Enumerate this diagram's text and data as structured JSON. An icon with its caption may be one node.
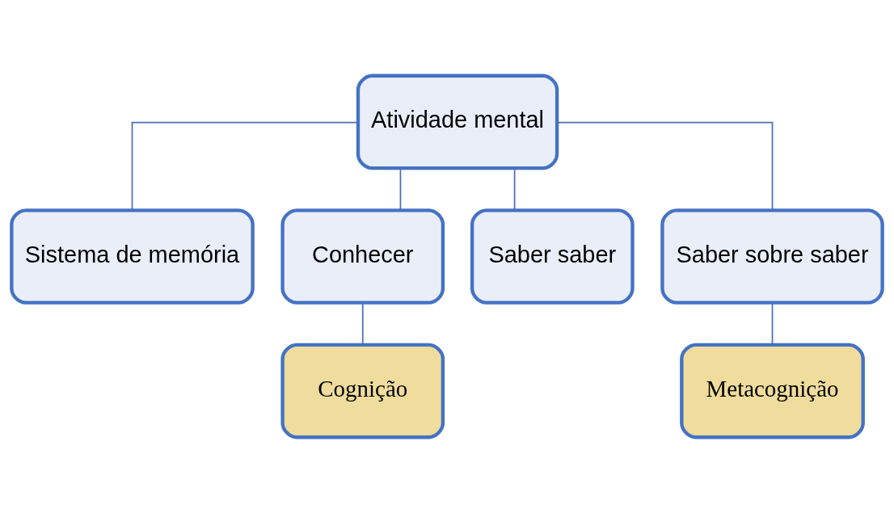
{
  "diagram": {
    "nodes": [
      {
        "text": [
          "Atividade mental"
        ]
      },
      {
        "text": [
          "Sistema de memória"
        ]
      },
      {
        "text": [
          "Conhecer"
        ]
      },
      {
        "text": [
          "Saber saber"
        ]
      },
      {
        "text": [
          "Saber sobre saber"
        ]
      },
      {
        "text": [
          "Cognição"
        ]
      },
      {
        "text": [
          "Metacognição"
        ]
      }
    ],
    "edges": [
      {
        "from": 0,
        "to": 1,
        "arrow": "none"
      },
      {
        "from": 0,
        "to": 2,
        "arrow": "none"
      },
      {
        "from": 0,
        "to": 3,
        "arrow": "none"
      },
      {
        "from": 0,
        "to": 4,
        "arrow": "none"
      },
      {
        "from": 2,
        "to": 5,
        "arrow": "none"
      },
      {
        "from": 4,
        "to": 6,
        "arrow": "none"
      }
    ]
  }
}
